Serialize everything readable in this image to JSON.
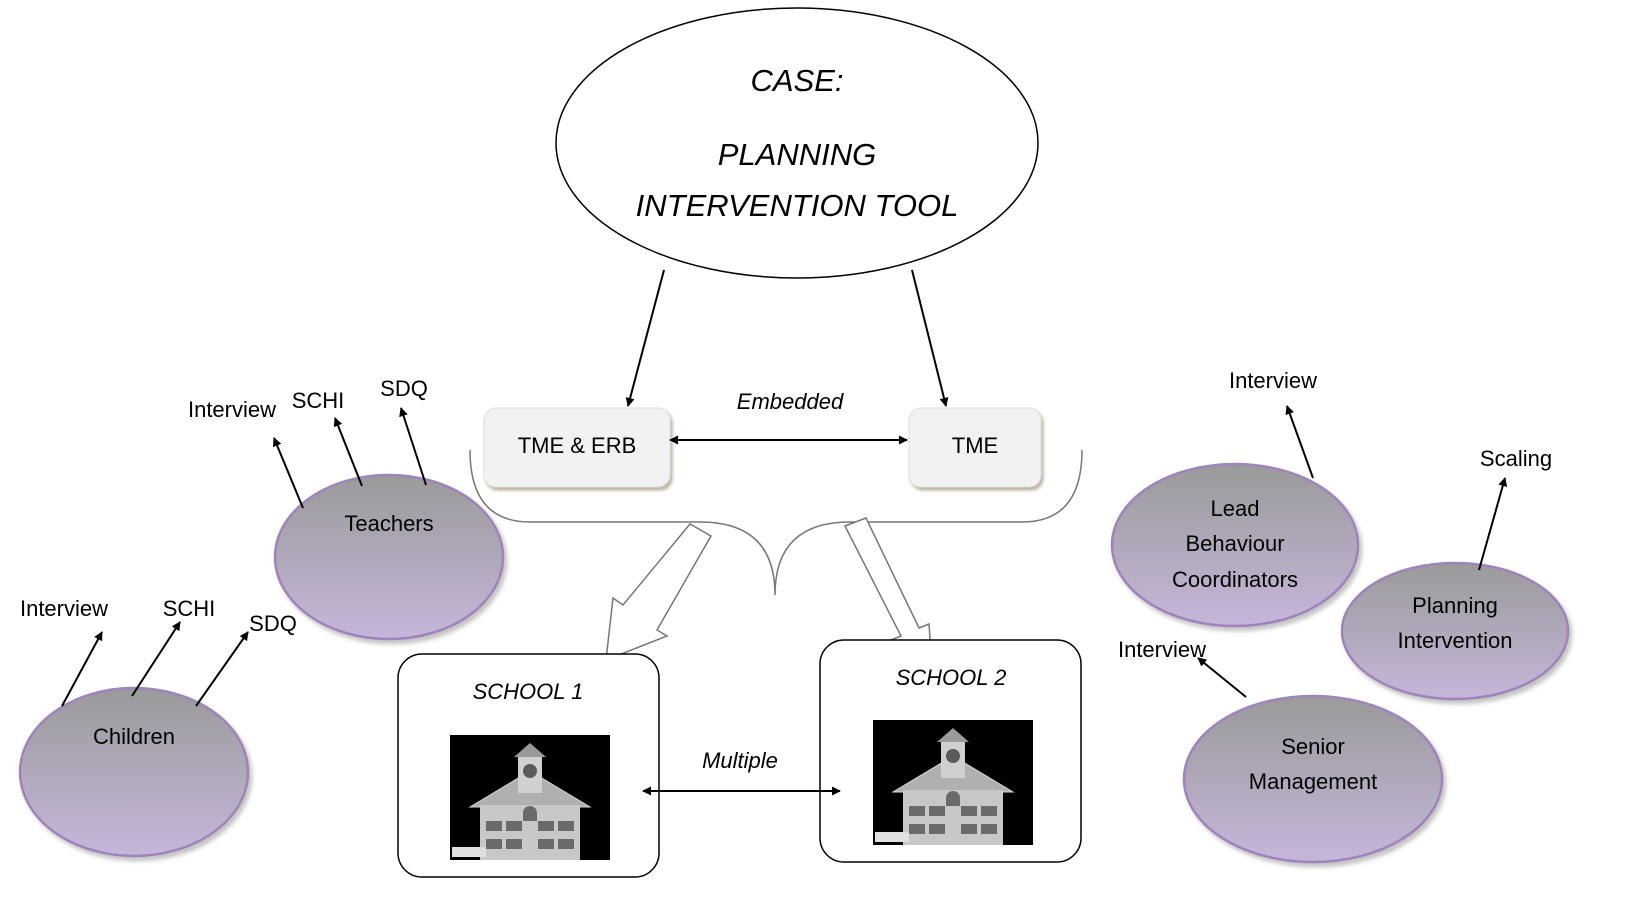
{
  "case": {
    "line1": "CASE:",
    "line2": "PLANNING",
    "line3": "INTERVENTION TOOL"
  },
  "tme_erb": "TME & ERB",
  "tme": "TME",
  "embedded": "Embedded",
  "school1": "SCHOOL 1",
  "school2": "SCHOOL 2",
  "multiple": "Multiple",
  "teachers": {
    "label": "Teachers",
    "interview": "Interview",
    "schi": "SCHI",
    "sdq": "SDQ"
  },
  "children": {
    "label": "Children",
    "interview": "Interview",
    "schi": "SCHI",
    "sdq": "SDQ"
  },
  "lead": {
    "line1": "Lead",
    "line2": "Behaviour",
    "line3": "Coordinators",
    "interview": "Interview"
  },
  "planning": {
    "line1": "Planning",
    "line2": "Intervention",
    "scaling": "Scaling"
  },
  "senior": {
    "line1": "Senior",
    "line2": "Management",
    "interview": "Interview"
  },
  "colors": {
    "oval_top": "#9a9a9a",
    "oval_bottom": "#c2b2d6",
    "oval_stroke": "#9e84bb",
    "box_fill": "#f2f2f2"
  }
}
